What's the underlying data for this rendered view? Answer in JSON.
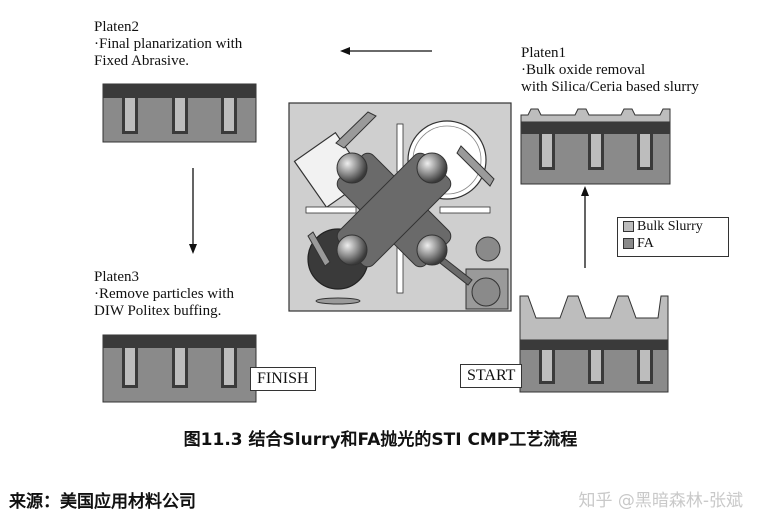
{
  "platen2": {
    "title": "Platen2",
    "line1": "·Final planarization with",
    "line2": "Fixed Abrasive."
  },
  "platen1": {
    "title": "Platen1",
    "line1": "·Bulk oxide removal",
    "line2": "with Silica/Ceria based slurry"
  },
  "platen3": {
    "title": "Platen3",
    "line1": "·Remove particles with",
    "line2": "DIW Politex buffing."
  },
  "finish_label": "FINISH",
  "start_label": "START",
  "legend": {
    "items": [
      "Bulk Slurry",
      "FA"
    ]
  },
  "caption": "图11.3    结合Slurry和FA抛光的STI CMP工艺流程",
  "source": "来源：美国应用材料公司",
  "watermark": "知乎 @黑暗森林-张斌",
  "colors": {
    "dark": "#3a3a3a",
    "mid": "#8a8a8a",
    "light": "#bdbdbd",
    "panel": "#cfcfcf"
  }
}
